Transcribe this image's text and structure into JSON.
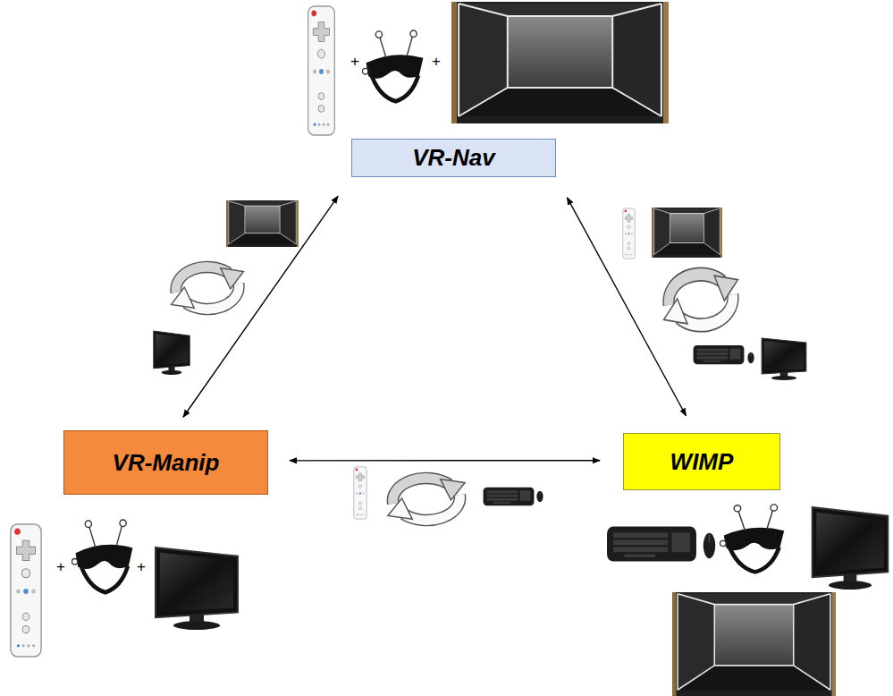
{
  "diagram": {
    "nodes": [
      {
        "text": [
          "VR-Nav"
        ]
      },
      {
        "text": [
          "VR-Manip"
        ]
      },
      {
        "text": [
          "WIMP"
        ]
      }
    ],
    "edges": [
      {
        "from": 0,
        "to": 1,
        "arrow": "both"
      },
      {
        "from": 0,
        "to": 2,
        "arrow": "both"
      },
      {
        "from": 1,
        "to": 2,
        "arrow": "both"
      }
    ],
    "labels": [
      "+",
      "+",
      "+",
      "+"
    ]
  }
}
